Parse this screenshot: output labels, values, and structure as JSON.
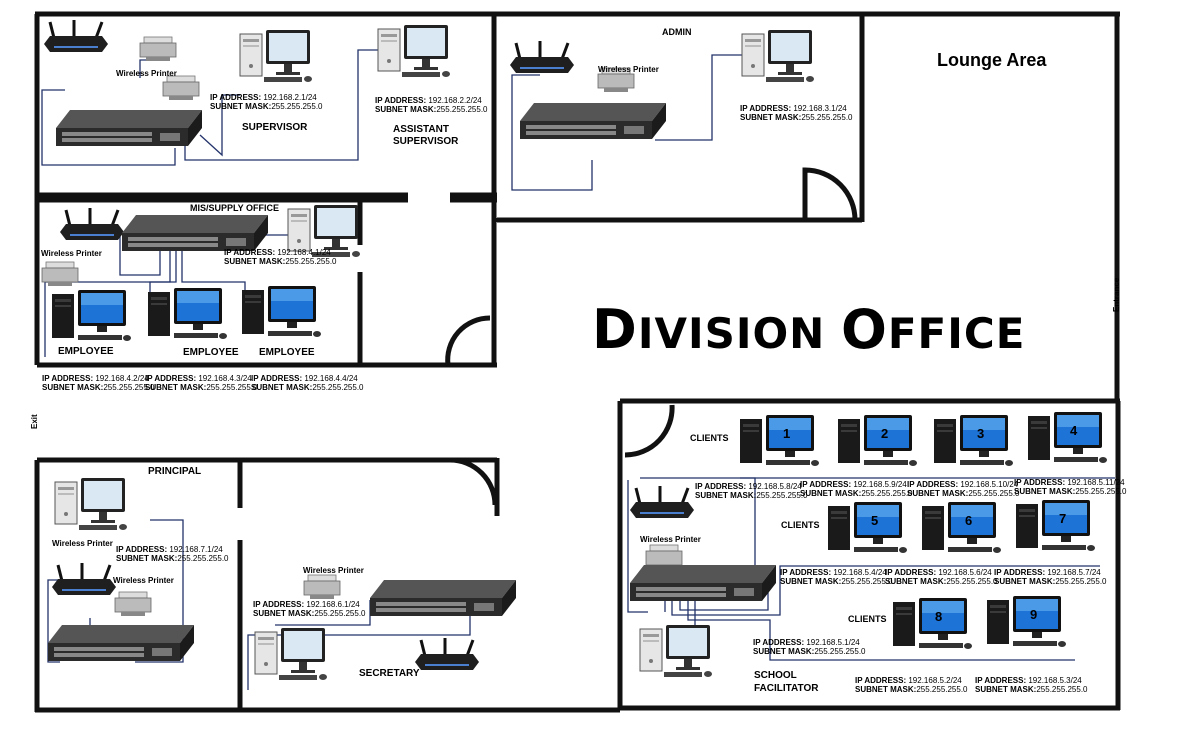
{
  "building_title": "DIVISION OFFICE",
  "lounge": "Lounge Area",
  "entrance": "Entrance",
  "exit": "Exit",
  "rooms": {
    "supervisor": {
      "title": "SUPERVISOR",
      "printer": "Wireless Printer",
      "ip": "IP ADDRESS:",
      "ip_val": "192.168.2.1/24",
      "mask": "SUBNET MASK:",
      "mask_val": "255.255.255.0"
    },
    "assistant": {
      "title1": "ASSISTANT",
      "title2": "SUPERVISOR",
      "ip": "IP ADDRESS:",
      "ip_val": "192.168.2.2/24",
      "mask": "SUBNET MASK:",
      "mask_val": "255.255.255.0"
    },
    "admin": {
      "title": "ADMIN",
      "printer": "Wireless Printer",
      "ip": "IP ADDRESS:",
      "ip_val": "192.168.3.1/24",
      "mask": "SUBNET MASK:",
      "mask_val": "255.255.255.0"
    },
    "mis": {
      "title": "MIS/SUPPLY OFFICE",
      "printer": "Wireless Printer",
      "ip": "IP ADDRESS:",
      "ip_val": "192.168.4.1/24",
      "mask": "SUBNET MASK:",
      "mask_val": "255.255.255.0",
      "employee": "EMPLOYEE",
      "employees": [
        {
          "ip_val": "192.168.4.2/24",
          "mask_val": "255.255.255.0"
        },
        {
          "ip_val": "192.168.4.3/24",
          "mask_val": "255.255.255.0"
        },
        {
          "ip_val": "192.168.4.4/24",
          "mask_val": "255.255.255.0"
        }
      ]
    },
    "principal": {
      "title": "PRINCIPAL",
      "printer": "Wireless Printer",
      "printer2": "Wireless Printer",
      "ip": "IP ADDRESS:",
      "ip_val": "192.168.7.1/24",
      "mask": "SUBNET MASK:",
      "mask_val": "255.255.255.0"
    },
    "secretary": {
      "title": "SECRETARY",
      "printer": "Wireless Printer",
      "ip": "IP ADDRESS:",
      "ip_val": "192.168.6.1/24",
      "mask": "SUBNET MASK:",
      "mask_val": "255.255.255.0"
    },
    "clients": {
      "title": "CLIENTS",
      "printer": "Wireless Printer",
      "facilitator1": "SCHOOL",
      "facilitator2": "FACILITATOR",
      "ip": "IP ADDRESS:",
      "mask": "SUBNET MASK:",
      "facilitator_ip": "192.168.5.1/24",
      "facilitator_mask": "255.255.255.0",
      "pcs": [
        {
          "num": "1",
          "ip_val": "192.168.5.8/24",
          "mask_val": "255.255.255.0"
        },
        {
          "num": "2",
          "ip_val": "192.168.5.9/24",
          "mask_val": "255.255.255.0"
        },
        {
          "num": "3",
          "ip_val": "192.168.5.10/24",
          "mask_val": "255.255.255.0"
        },
        {
          "num": "4",
          "ip_val": "192.168.5.11/24",
          "mask_val": "255.255.255.0"
        },
        {
          "num": "5",
          "ip_val": "192.168.5.4/24",
          "mask_val": "255.255.255.0"
        },
        {
          "num": "6",
          "ip_val": "192.168.5.6/24",
          "mask_val": "255.255.255.0"
        },
        {
          "num": "7",
          "ip_val": "192.168.5.7/24",
          "mask_val": "255.255.255.0"
        },
        {
          "num": "8",
          "ip_val": "192.168.5.2/24",
          "mask_val": "255.255.255.0"
        },
        {
          "num": "9",
          "ip_val": "192.168.5.3/24",
          "mask_val": "255.255.255.0"
        }
      ]
    }
  }
}
